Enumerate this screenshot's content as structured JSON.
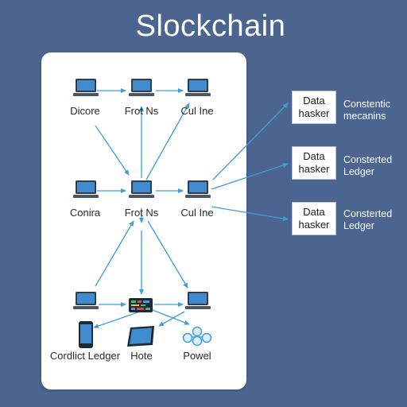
{
  "title": "Slockchain",
  "nodes": {
    "row1": [
      "Dicore",
      "Frot Ns",
      "Cul Ine"
    ],
    "row2": [
      "Conira",
      "Frot Ns",
      "Cul Ine"
    ],
    "row3": [
      "Cordlict Ledger",
      "Hote",
      "Powel"
    ]
  },
  "side": [
    {
      "box_line1": "Data",
      "box_line2": "hasker",
      "label_line1": "Constentic",
      "label_line2": "mecanins"
    },
    {
      "box_line1": "Data",
      "box_line2": "hasker",
      "label_line1": "Consterted",
      "label_line2": "Ledger"
    },
    {
      "box_line1": "Data",
      "box_line2": "hasker",
      "label_line1": "Consterted",
      "label_line2": "Ledger"
    }
  ],
  "colors": {
    "background": "#4c6590",
    "panel": "#ffffff",
    "arrow": "#3f9fd6",
    "screen": "#3f8ccf"
  }
}
